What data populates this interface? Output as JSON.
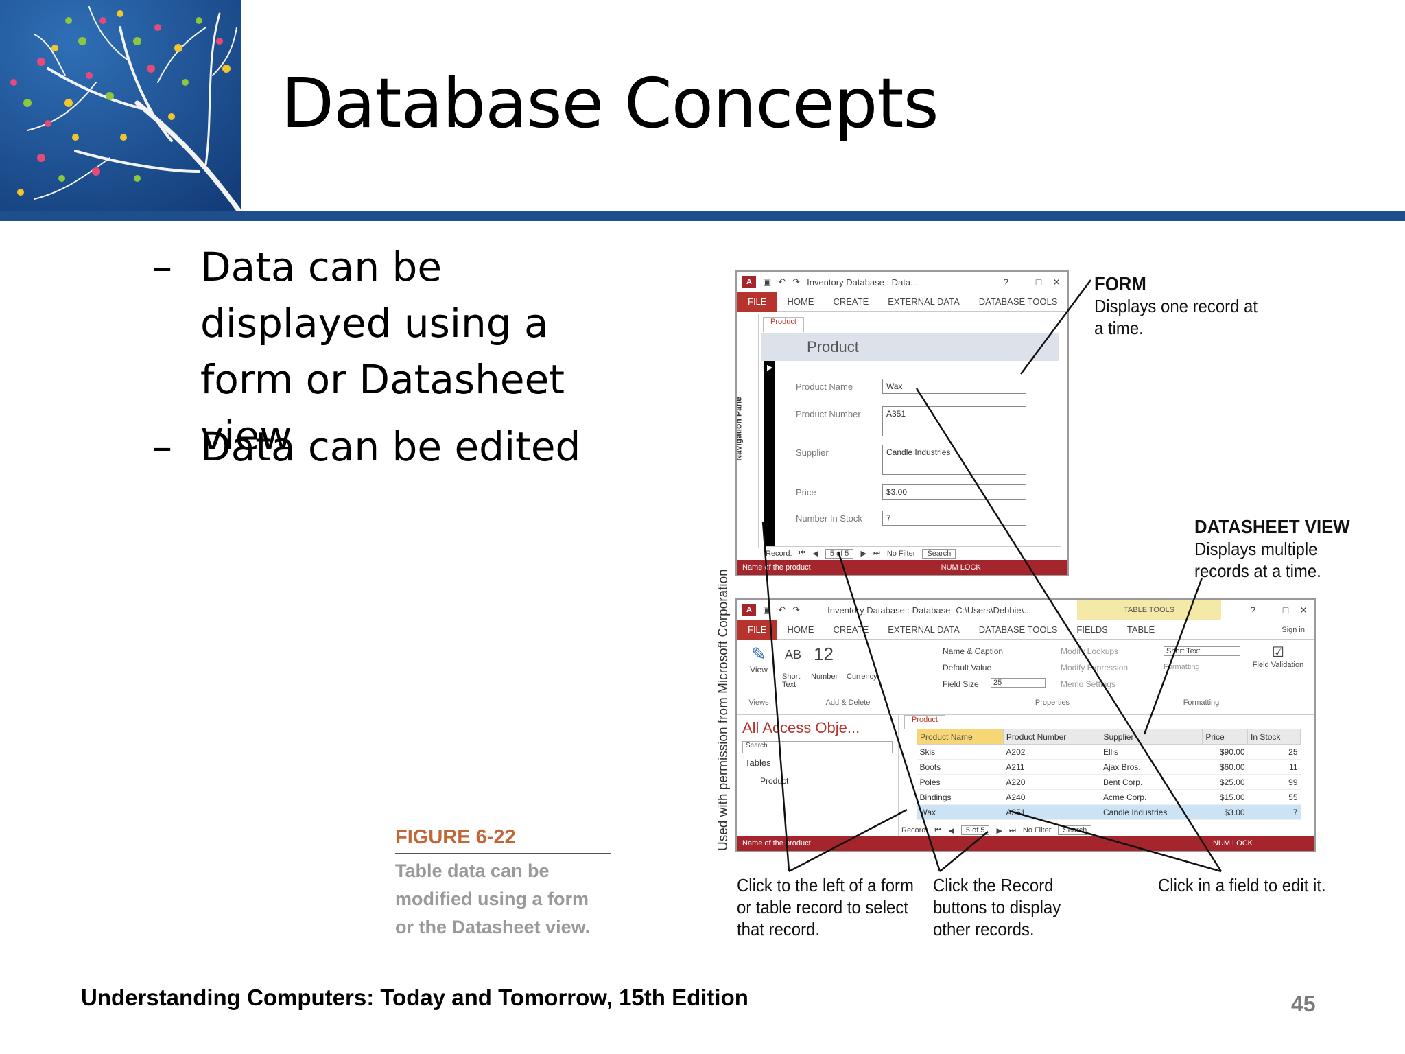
{
  "slide": {
    "title": "Database Concepts",
    "bullets": [
      {
        "dash": "–",
        "text": "Data can be displayed using a form or Datasheet view"
      },
      {
        "dash": "–",
        "text": "Data can be edited"
      }
    ],
    "footer": "Understanding Computers: Today and Tomorrow, 15th Edition",
    "page_number": "45",
    "accent_color": "#1f4e8c"
  },
  "figure": {
    "number": "FIGURE 6-22",
    "caption": "Table data can be modified using a form or the Datasheet view.",
    "permission": "Used with permission from Microsoft Corporation",
    "callouts": {
      "form_title": "FORM",
      "form_text": "Displays one record at a time.",
      "datasheet_title": "DATASHEET VIEW",
      "datasheet_text": "Displays multiple records at a time.",
      "select_text": "Click to the left of a form or table record to select that record.",
      "record_text": "Click the Record buttons to display other records.",
      "field_text": "Click in a field to edit it."
    }
  },
  "form_window": {
    "app_icon": "A",
    "title": "Inventory Database : Data...",
    "controls": [
      "?",
      "–",
      "□",
      "✕"
    ],
    "tabs": [
      "FILE",
      "HOME",
      "CREATE",
      "EXTERNAL DATA",
      "DATABASE TOOLS"
    ],
    "doc_tab": "Product",
    "nav_pane_label": "Navigation Pane",
    "form_header": "Product",
    "fields": [
      {
        "label": "Product Name",
        "value": "Wax"
      },
      {
        "label": "Product Number",
        "value": "A351"
      },
      {
        "label": "Supplier",
        "value": "Candle Industries"
      },
      {
        "label": "Price",
        "value": "$3.00"
      },
      {
        "label": "Number In Stock",
        "value": "7"
      }
    ],
    "record_label": "Record:",
    "record_value": "5 of 5",
    "filter_label": "No Filter",
    "search_label": "Search",
    "status_left": "Name of the product",
    "status_right": "NUM LOCK"
  },
  "datasheet_window": {
    "app_icon": "A",
    "title": "Inventory Database : Database- C:\\Users\\Debbie\\...",
    "table_tools": "TABLE TOOLS",
    "controls": [
      "?",
      "–",
      "□",
      "✕"
    ],
    "tabs": [
      "FILE",
      "HOME",
      "CREATE",
      "EXTERNAL DATA",
      "DATABASE TOOLS",
      "FIELDS",
      "TABLE"
    ],
    "sign_in": "Sign in",
    "ribbon": {
      "view": "View",
      "views_group": "Views",
      "short_text_icon": "AB",
      "short_text": "Short Text",
      "number_icon": "12",
      "number": "Number",
      "currency": "Currency",
      "add_delete_group": "Add & Delete",
      "name_caption": "Name & Caption",
      "default_value": "Default Value",
      "field_size": "Field Size",
      "field_size_value": "25",
      "modify_lookups": "Modify Lookups",
      "modify_expression": "Modify Expression",
      "memo_settings": "Memo Settings",
      "properties_group": "Properties",
      "data_type": "Short Text",
      "formatting_label": "Formatting",
      "formatting_group": "Formatting",
      "field_validation": "Field Validation"
    },
    "nav": {
      "title": "All Access Obje...",
      "search": "Search...",
      "section": "Tables",
      "item": "Product"
    },
    "doc_tab": "Product",
    "columns": [
      "Product Name",
      "Product Number",
      "Supplier",
      "Price",
      "In Stock"
    ],
    "rows": [
      [
        "Skis",
        "A202",
        "Ellis",
        "$90.00",
        "25"
      ],
      [
        "Boots",
        "A211",
        "Ajax Bros.",
        "$60.00",
        "11"
      ],
      [
        "Poles",
        "A220",
        "Bent Corp.",
        "$25.00",
        "99"
      ],
      [
        "Bindings",
        "A240",
        "Acme Corp.",
        "$15.00",
        "55"
      ],
      [
        "Wax",
        "A351",
        "Candle Industries",
        "$3.00",
        "7"
      ]
    ],
    "record_label": "Record:",
    "record_value": "5 of 5",
    "filter_label": "No Filter",
    "search_label": "Search",
    "status_left": "Name of the product",
    "status_right": "NUM LOCK"
  }
}
